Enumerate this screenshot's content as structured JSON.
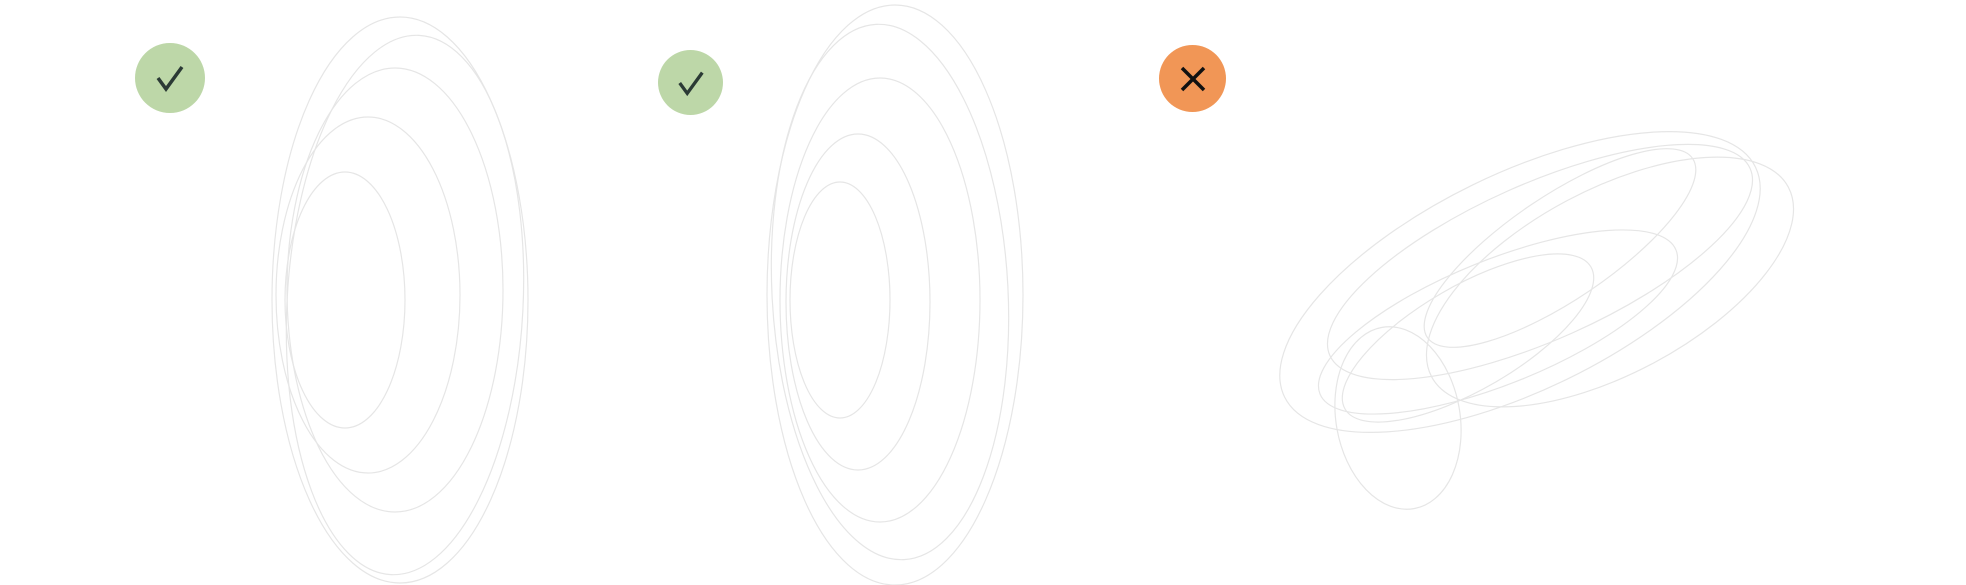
{
  "panels": [
    {
      "status": "correct",
      "icon": "check-icon",
      "badge_color": "#bdd7a8",
      "mark_color": "#2b3a35",
      "sketch": "nested-elliptical-contours"
    },
    {
      "status": "correct",
      "icon": "check-icon",
      "badge_color": "#bdd7a8",
      "mark_color": "#2b3a35",
      "sketch": "nested-elliptical-contours"
    },
    {
      "status": "incorrect",
      "icon": "cross-icon",
      "badge_color": "#f19656",
      "mark_color": "#111111",
      "sketch": "tilted-tangled-contours"
    }
  ],
  "colors": {
    "background": "#ffffff",
    "sketch_stroke": "#e6e6e6"
  }
}
